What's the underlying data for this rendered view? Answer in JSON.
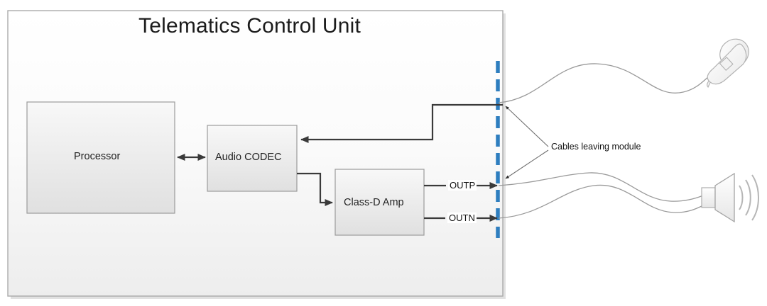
{
  "diagram": {
    "title": "Telematics Control Unit",
    "module_boundary_color": "#2e7ebf",
    "block_fill_top": "#f7f7f7",
    "block_fill_bottom": "#e2e2e2",
    "line_color": "#3a3a3a",
    "blocks": [
      {
        "id": "processor",
        "label": "Processor"
      },
      {
        "id": "audio-codec",
        "label": "Audio CODEC"
      },
      {
        "id": "class-d-amp",
        "label": "Class-D Amp"
      }
    ],
    "pins": [
      {
        "id": "outp",
        "label": "OUTP"
      },
      {
        "id": "outn",
        "label": "OUTN"
      }
    ],
    "annotation": {
      "label": "Cables leaving module"
    },
    "peripherals": [
      {
        "id": "microphone",
        "icon": "microphone-icon"
      },
      {
        "id": "loudspeaker",
        "icon": "speaker-icon"
      }
    ],
    "connections": [
      {
        "from": "processor",
        "to": "audio-codec",
        "style": "bidirectional"
      },
      {
        "from": "audio-codec",
        "to": "class-d-amp",
        "style": "arrow"
      },
      {
        "from": "module-boundary",
        "to": "audio-codec",
        "style": "arrow"
      },
      {
        "from": "class-d-amp",
        "to": "module-boundary",
        "style": "arrow",
        "pin": "OUTP"
      },
      {
        "from": "class-d-amp",
        "to": "module-boundary",
        "style": "arrow",
        "pin": "OUTN"
      }
    ]
  }
}
